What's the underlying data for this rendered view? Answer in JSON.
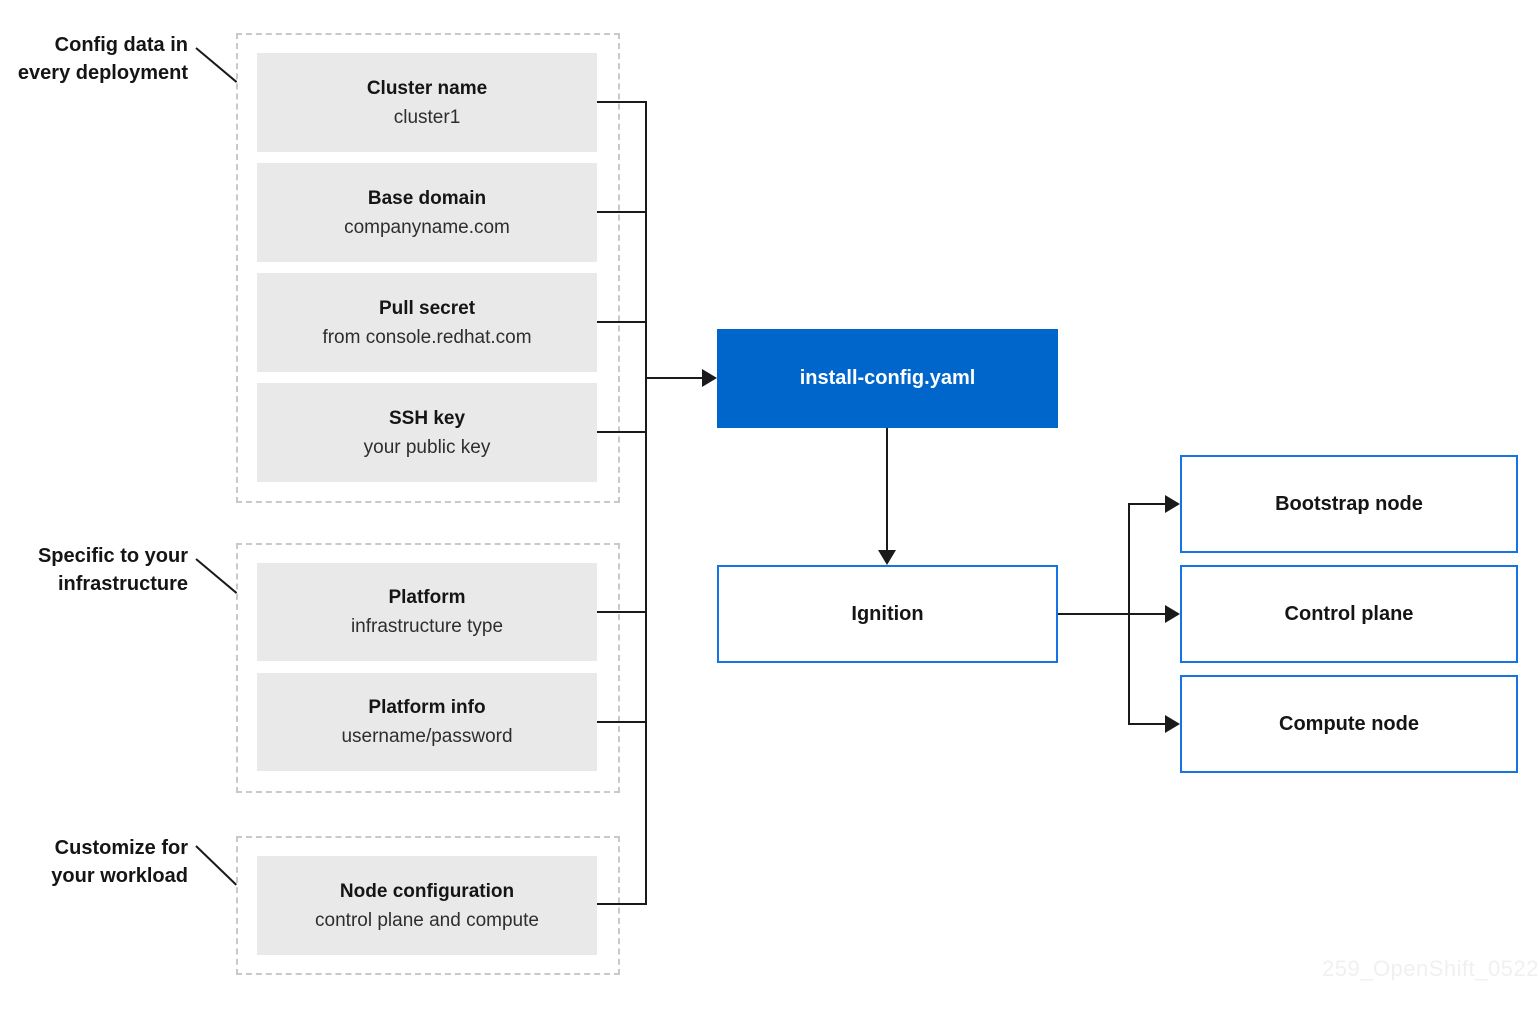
{
  "colors": {
    "accent_blue": "#0066cc",
    "border_blue": "#1673e6",
    "box_gray": "#e9e9e9",
    "line_black": "#1a1a1a",
    "dashed_gray": "#c9c9c9"
  },
  "annotations": [
    {
      "line1": "Config data in",
      "line2": "every deployment"
    },
    {
      "line1": "Specific to your",
      "line2": "infrastructure"
    },
    {
      "line1": "Customize for",
      "line2": "your workload"
    }
  ],
  "groups": [
    {
      "boxes": [
        {
          "title": "Cluster name",
          "subtitle": "cluster1"
        },
        {
          "title": "Base domain",
          "subtitle": "companyname.com"
        },
        {
          "title": "Pull secret",
          "subtitle": "from console.redhat.com"
        },
        {
          "title": "SSH key",
          "subtitle": "your public key"
        }
      ]
    },
    {
      "boxes": [
        {
          "title": "Platform",
          "subtitle": "infrastructure type"
        },
        {
          "title": "Platform info",
          "subtitle": "username/password"
        }
      ]
    },
    {
      "boxes": [
        {
          "title": "Node configuration",
          "subtitle": "control plane and compute"
        }
      ]
    }
  ],
  "center": {
    "install_config": "install-config.yaml",
    "ignition": "Ignition"
  },
  "nodes": [
    {
      "label": "Bootstrap node"
    },
    {
      "label": "Control plane"
    },
    {
      "label": "Compute node"
    }
  ],
  "watermark": "259_OpenShift_0522"
}
